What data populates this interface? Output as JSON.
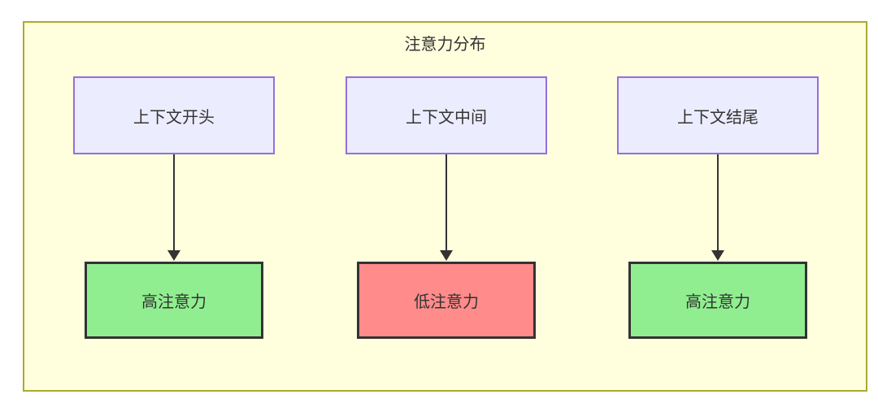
{
  "diagram": {
    "title": "注意力分布",
    "columns": [
      {
        "source": "上下文开头",
        "target": "高注意力",
        "level": "high"
      },
      {
        "source": "上下文中间",
        "target": "低注意力",
        "level": "low"
      },
      {
        "source": "上下文结尾",
        "target": "高注意力",
        "level": "high"
      }
    ],
    "colors": {
      "cluster_background": "#ffffde",
      "cluster_border": "#aaaa33",
      "source_node_background": "#ececff",
      "source_node_border": "#9370db",
      "high_attention_background": "#90ee90",
      "low_attention_background": "#ff8b8b",
      "result_node_border": "#333333",
      "arrow": "#333333",
      "text": "#333333"
    }
  }
}
